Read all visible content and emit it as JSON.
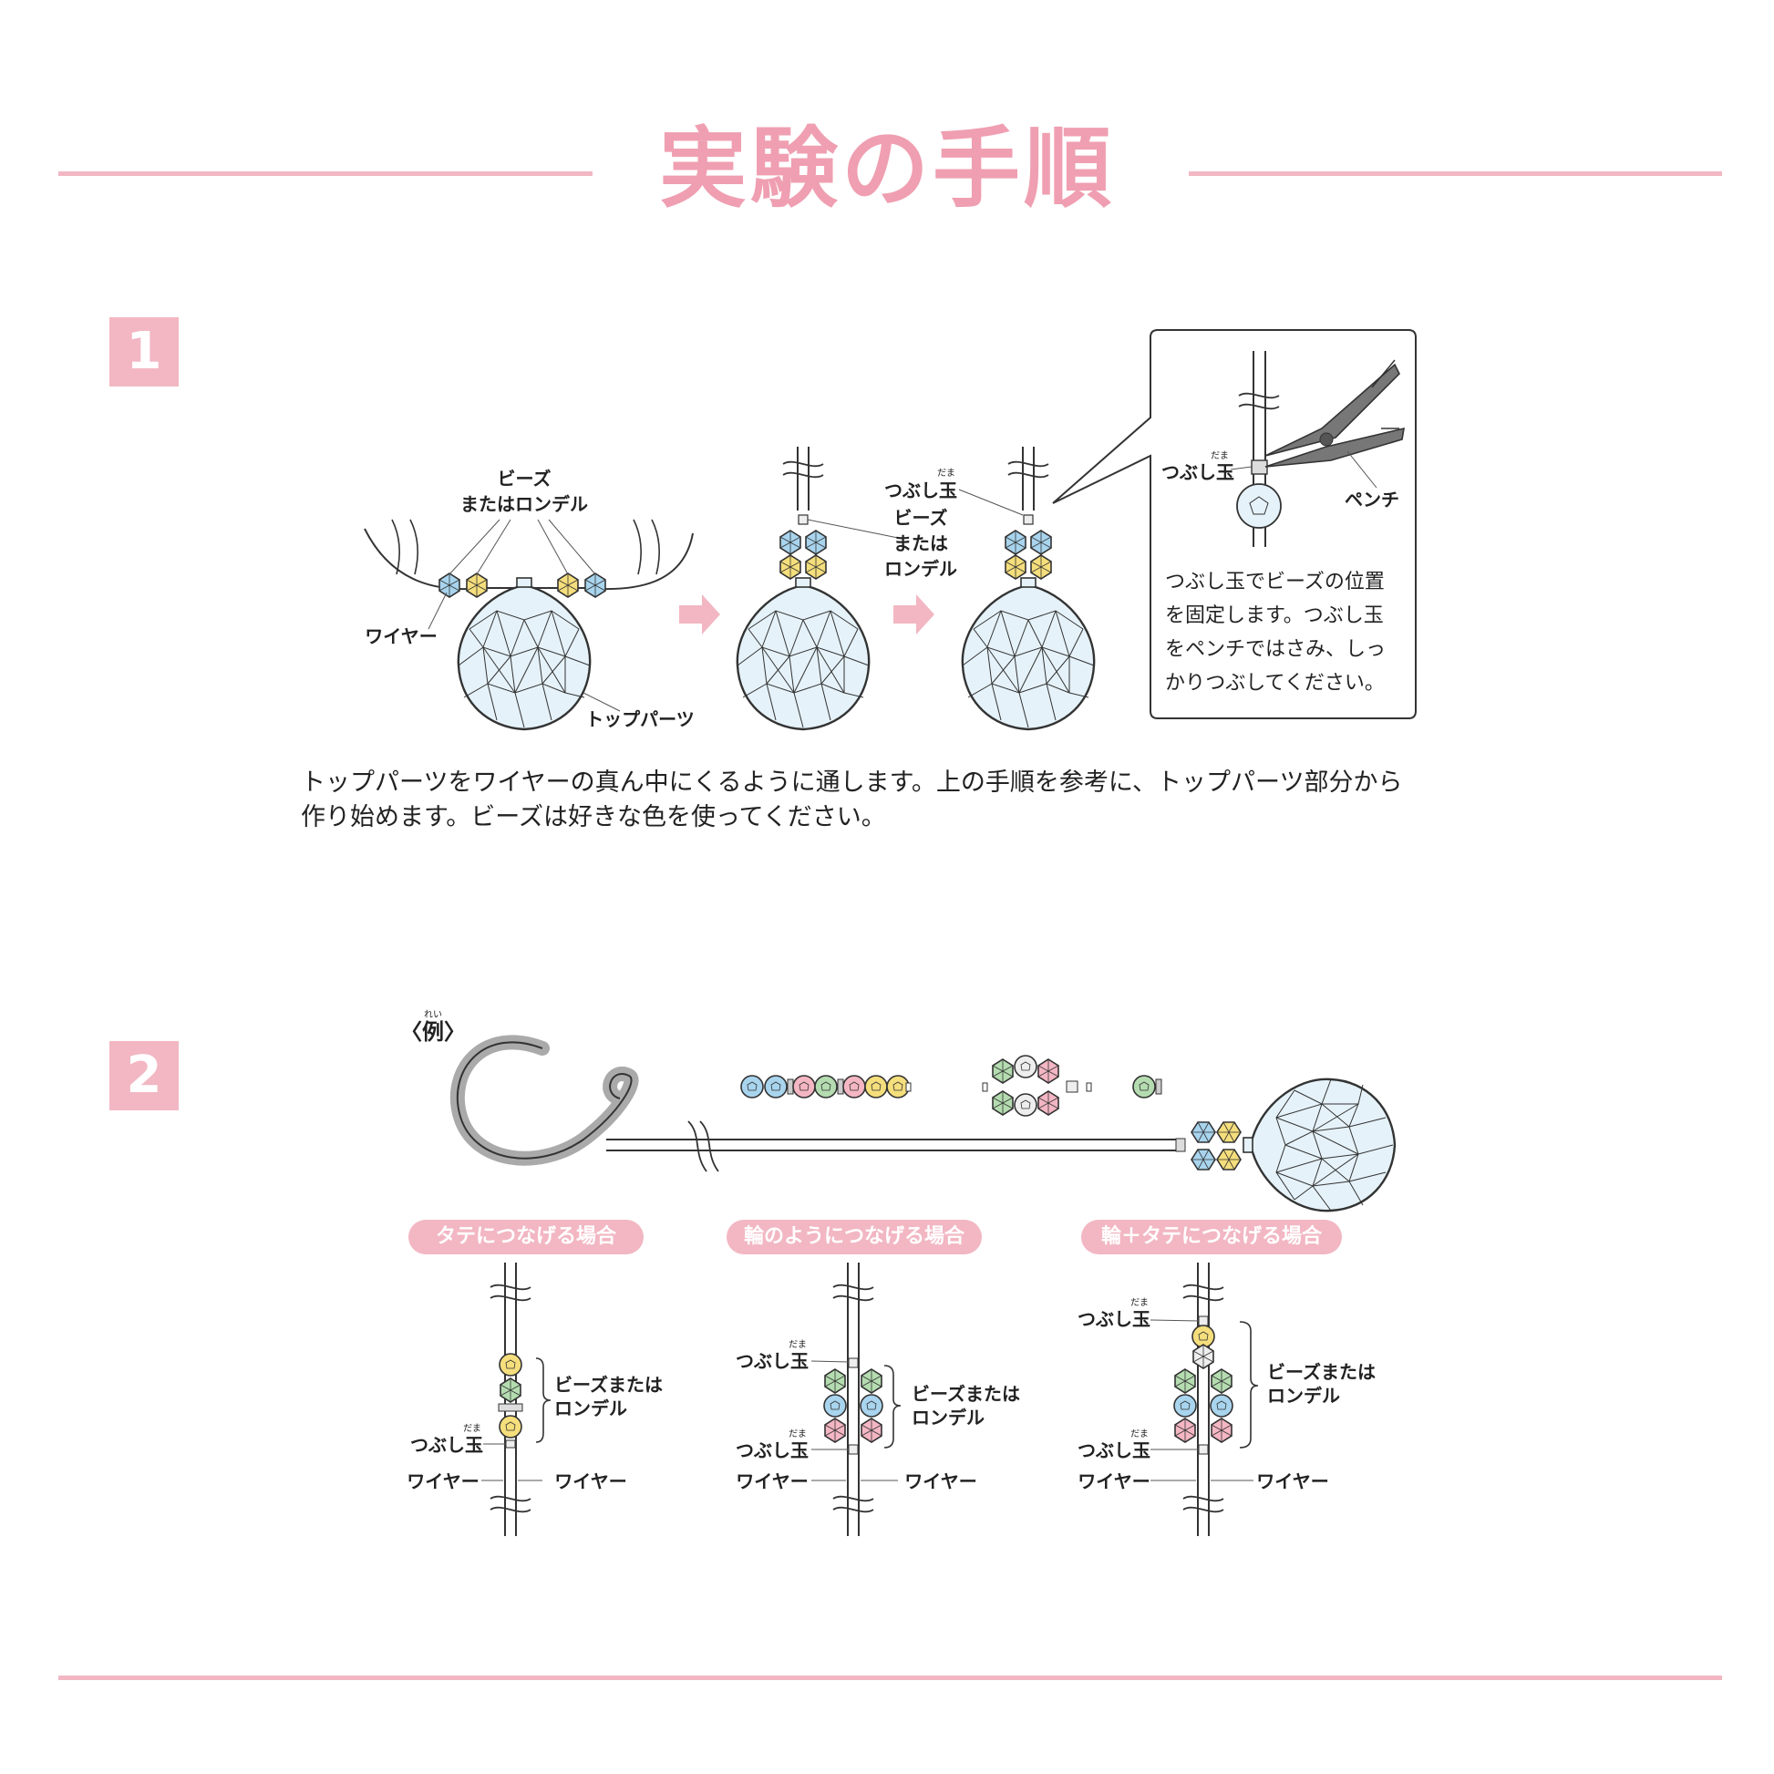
{
  "title": "実験の手順",
  "colors": {
    "accent": "#f2b7c3",
    "title": "#ef9fb1",
    "blue": "#a8d4ee",
    "yellow": "#f5de7c",
    "green": "#b4dcb0",
    "pink": "#f4b6c3",
    "crystal": "#e5f2f9"
  },
  "step1": {
    "number": "1",
    "labels": {
      "beads_or_rondelle": [
        "ビーズ",
        "またはロンデル"
      ],
      "wire": "ワイヤー",
      "top_parts": "トップパーツ",
      "crimp": "つぶし玉",
      "crimp_ruby": "だま",
      "beads_or_rondelle_stack": [
        "ビーズ",
        "または",
        "ロンデル"
      ],
      "pliers": "ペンチ"
    },
    "note": [
      "つぶし玉でビーズの位置",
      "を固定します。つぶし玉",
      "をペンチではさみ、しっ",
      "かりつぶしてください。"
    ],
    "text": [
      "トップパーツをワイヤーの真ん中にくるように通します。上の手順を参考に、トップパーツ部分から",
      "作り始めます。ビーズは好きな色を使ってください。"
    ]
  },
  "step2": {
    "number": "2",
    "example_label": "〈例〉",
    "example_ruby": "れい",
    "pills": [
      "タテにつなげる場合",
      "輪のようにつなげる場合",
      "輪＋タテにつなげる場合"
    ],
    "labels": {
      "crimp": "つぶし玉",
      "crimp_ruby": "だま",
      "beads_or_rondelle": [
        "ビーズまたは",
        "ロンデル"
      ],
      "wire": "ワイヤー"
    }
  }
}
